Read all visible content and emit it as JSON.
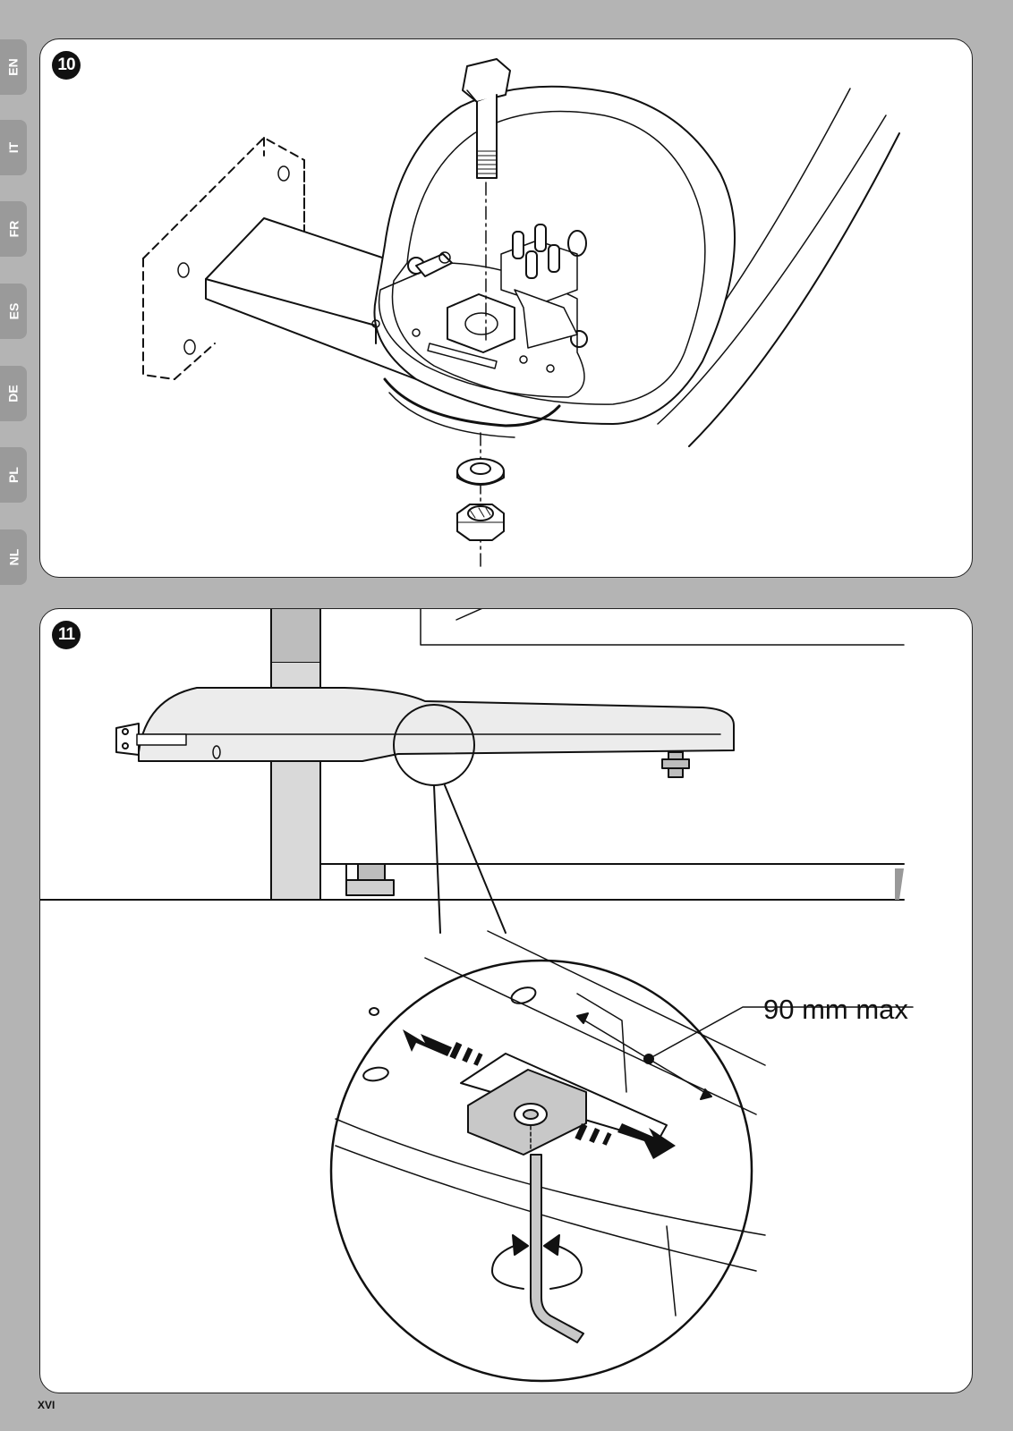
{
  "language_tabs": [
    "EN",
    "IT",
    "FR",
    "ES",
    "DE",
    "PL",
    "NL"
  ],
  "figures": [
    {
      "number": "10"
    },
    {
      "number": "11",
      "callout_label": "90 mm max"
    }
  ],
  "page_number": "XVI"
}
